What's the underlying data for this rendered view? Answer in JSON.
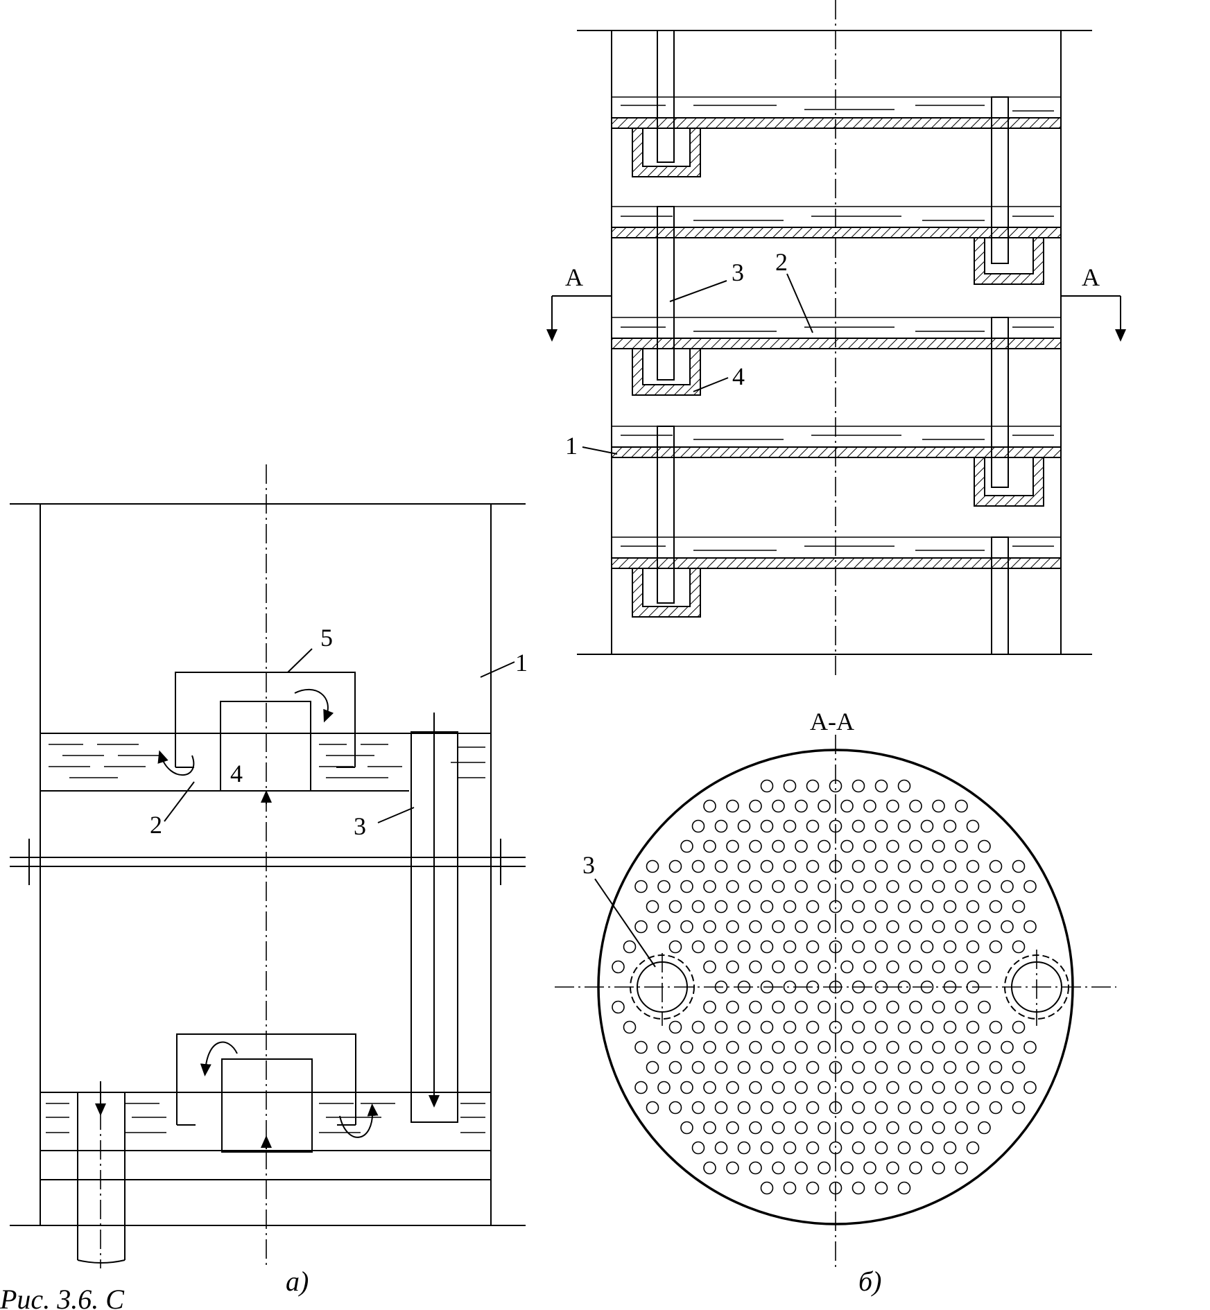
{
  "figure": {
    "left_labels": {
      "n1": "1",
      "n2": "2",
      "n3": "3",
      "n4": "4",
      "n5": "5"
    },
    "right_labels": {
      "n1": "1",
      "n2": "2",
      "n3": "3",
      "n4": "4"
    },
    "section": {
      "mark_left": "A",
      "mark_right": "A",
      "title": "A-A",
      "n3": "3"
    },
    "subfig_a": "а)",
    "subfig_b": "б)",
    "caption": "Рис. 3.6. С"
  }
}
